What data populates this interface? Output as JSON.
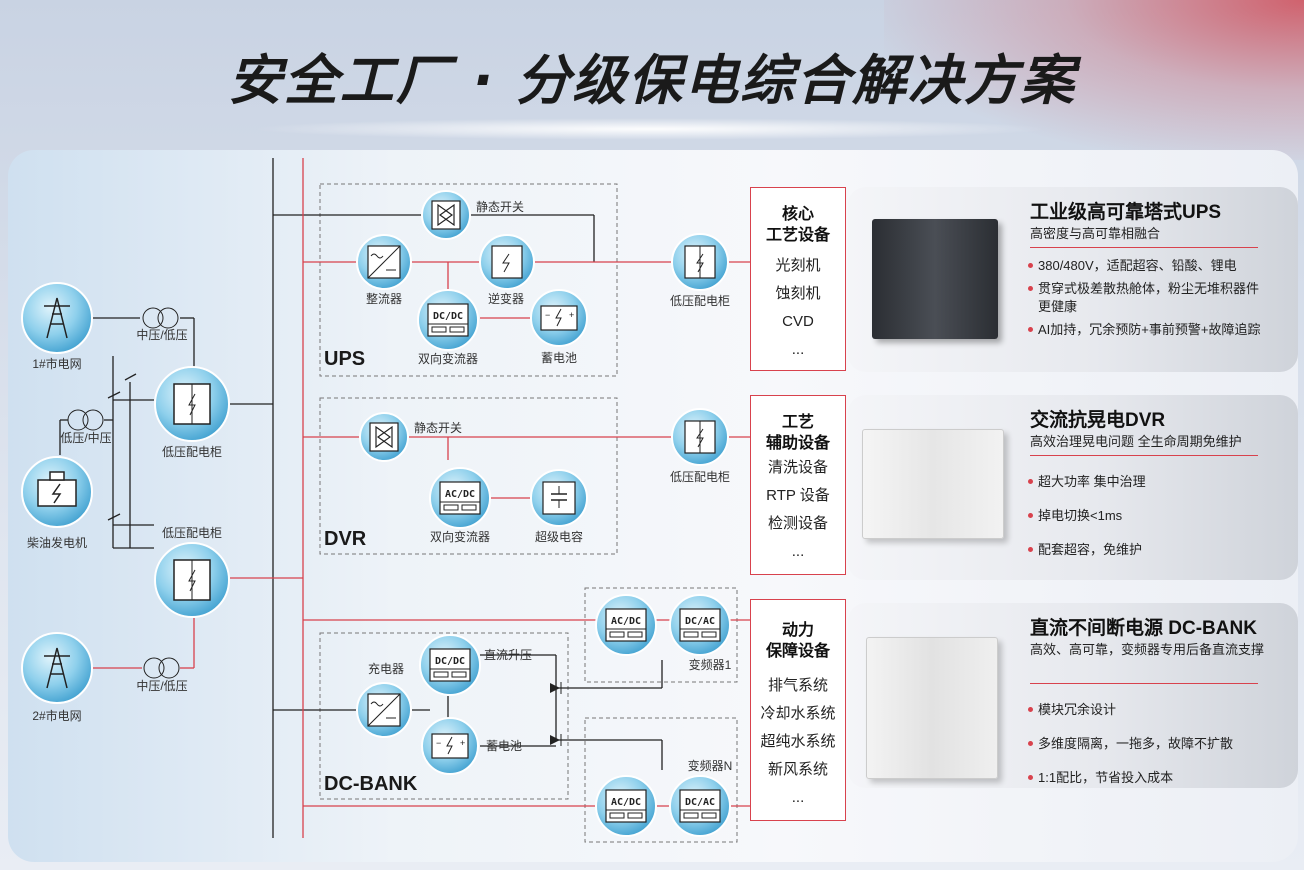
{
  "title": "安全工厂 · 分级保电综合解决方案",
  "sources": {
    "grid1": "1#市电网",
    "grid2": "2#市电网",
    "generator": "柴油发电机",
    "transformer": "中压/低压",
    "gen_transformer": "低压/中压",
    "lv_cabinet": "低压配电柜"
  },
  "ups": {
    "label": "UPS",
    "static_switch": "静态开关",
    "rectifier": "整流器",
    "inverter": "逆变器",
    "converter_glyph": "DC/DC",
    "converter": "双向变流器",
    "battery": "蓄电池",
    "lv_cabinet": "低压配电柜"
  },
  "dvr": {
    "label": "DVR",
    "static_switch": "静态开关",
    "converter_glyph": "AC/DC",
    "converter": "双向变流器",
    "supercap": "超级电容",
    "lv_cabinet": "低压配电柜"
  },
  "dcbank": {
    "label": "DC-BANK",
    "charger": "充电器",
    "dcdc_glyph": "DC/DC",
    "boost": "直流升压",
    "battery": "蓄电池",
    "acdc_glyph": "AC/DC",
    "dcac_glyph": "DC/AC",
    "vfd1": "变频器1",
    "vfdn": "变频器N"
  },
  "device_groups": [
    {
      "title": [
        "核心",
        "工艺设备"
      ],
      "items": [
        "光刻机",
        "蚀刻机",
        "CVD",
        "..."
      ]
    },
    {
      "title": [
        "工艺",
        "辅助设备"
      ],
      "items": [
        "清洗设备",
        "RTP 设备",
        "检测设备",
        "..."
      ]
    },
    {
      "title": [
        "动力",
        "保障设备"
      ],
      "items": [
        "排气系统",
        "冷却水系统",
        "超纯水系统",
        "新风系统",
        "..."
      ]
    }
  ],
  "cards": [
    {
      "title": "工业级高可靠塔式UPS",
      "subtitle": "高密度与高可靠相融合",
      "bullets": [
        "380/480V，适配超容、铅酸、锂电",
        "贯穿式极差散热舱体，粉尘无堆积器件更健康",
        "AI加持，冗余预防+事前预警+故障追踪"
      ]
    },
    {
      "title": "交流抗晃电DVR",
      "subtitle": "高效治理晃电问题 全生命周期免维护",
      "bullets": [
        "超大功率  集中治理",
        "掉电切换<1ms",
        "配套超容，免维护"
      ]
    },
    {
      "title": "直流不间断电源 DC-BANK",
      "subtitle": "高效、高可靠，变频器专用后备直流支撑",
      "bullets": [
        "模块冗余设计",
        "多维度隔离，一拖多，故障不扩散",
        "1:1配比，节省投入成本"
      ]
    }
  ],
  "colors": {
    "accent": "#d8424d",
    "line": "#222222",
    "node": "#5fb7e0"
  }
}
